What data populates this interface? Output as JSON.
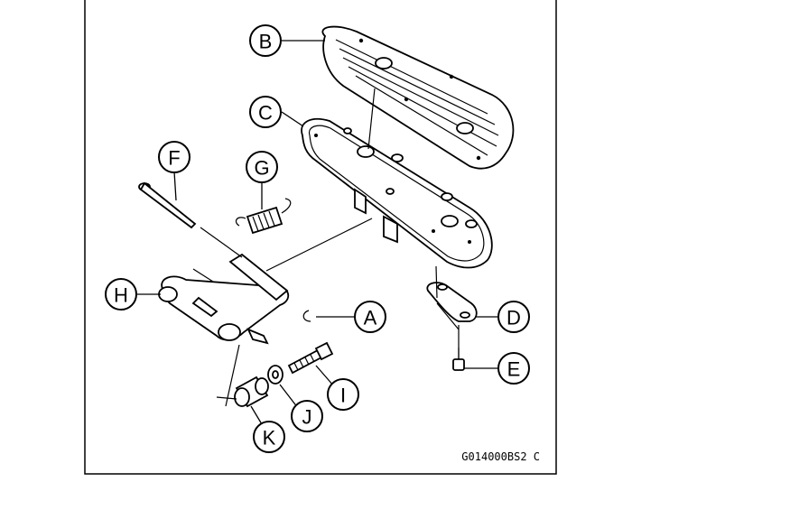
{
  "figure": {
    "reference_code": "G014000BS2 C",
    "callouts": [
      "A",
      "B",
      "C",
      "D",
      "E",
      "F",
      "G",
      "H",
      "I",
      "J",
      "K"
    ]
  }
}
